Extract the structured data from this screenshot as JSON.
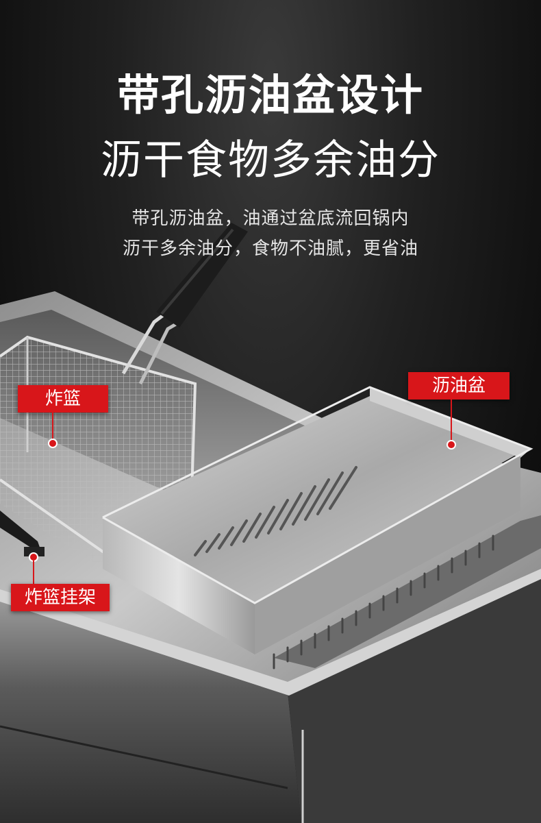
{
  "headline": {
    "line1": "带孔沥油盆设计",
    "line2": "沥干食物多余油分"
  },
  "description": {
    "line1": "带孔沥油盆，油通过盆底流回锅内",
    "line2": "沥干多余油分，食物不油腻，更省油"
  },
  "callouts": {
    "basket": "炸篮",
    "drain_tray": "沥油盆",
    "basket_rack": "炸篮挂架"
  },
  "colors": {
    "accent": "#d8161a",
    "background": "#151515",
    "text": "#ffffff"
  }
}
